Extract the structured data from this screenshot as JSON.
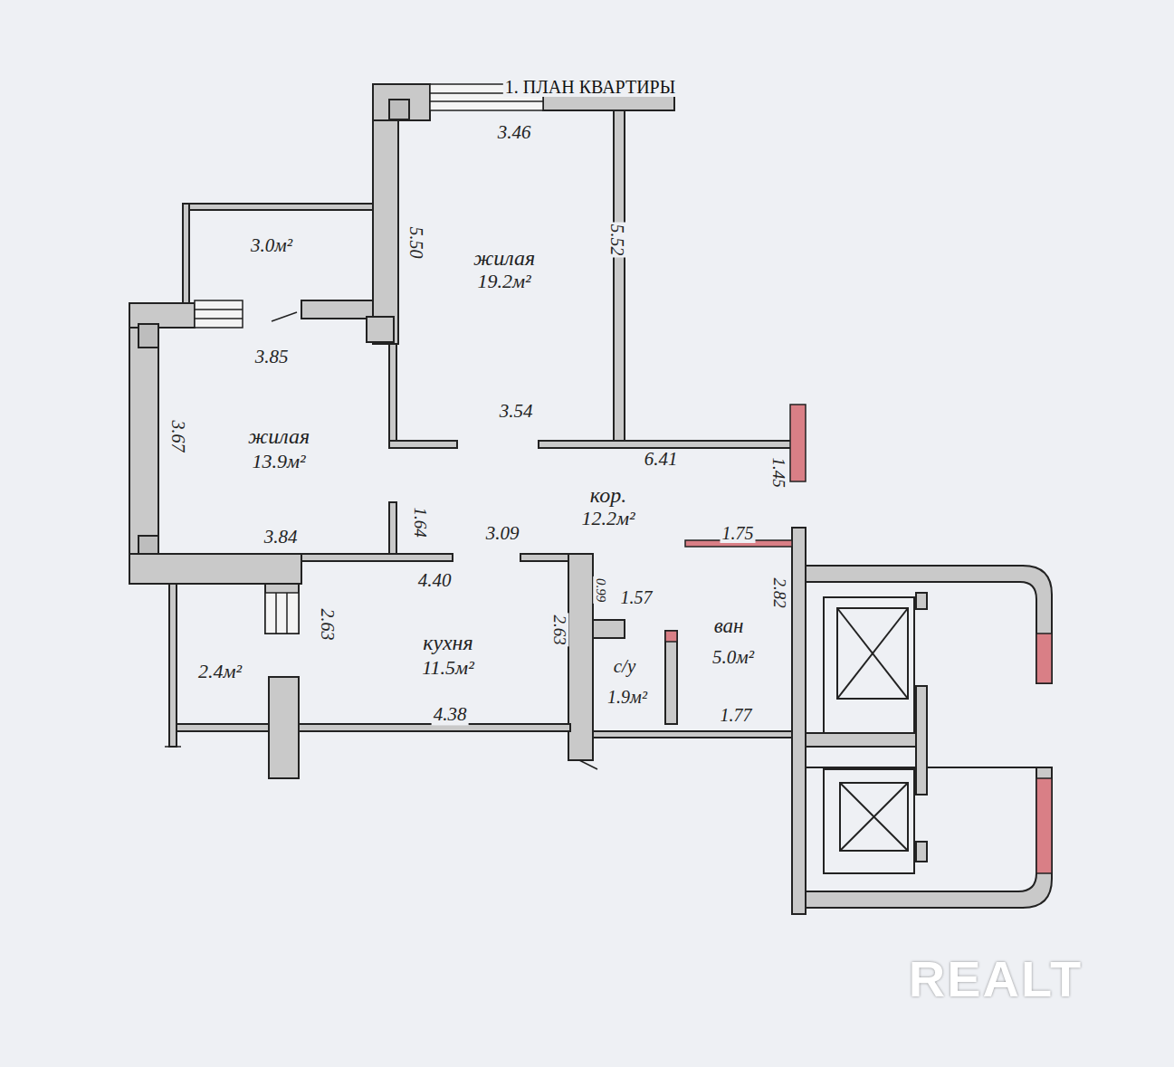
{
  "diagram": {
    "title": "1. ПЛАН КВАРТИРЫ",
    "labels": [
      "3.46",
      "3.0м²",
      "5.50",
      "жилая",
      "19.2м²",
      "5.52",
      "3.85",
      "3.54",
      "3.67",
      "жилая",
      "13.9м²",
      "6.41",
      "1.45",
      "1.64",
      "кор.",
      "12.2м²",
      "3.84",
      "3.09",
      "1.75",
      "4.40",
      "0.99",
      "1.57",
      "2.82",
      "2.63",
      "2.63",
      "кухня",
      "11.5м²",
      "2.4м²",
      "с/у",
      "1.9м²",
      "ван",
      "5.0м²",
      "4.38",
      "1.77",
      "REALT"
    ]
  }
}
